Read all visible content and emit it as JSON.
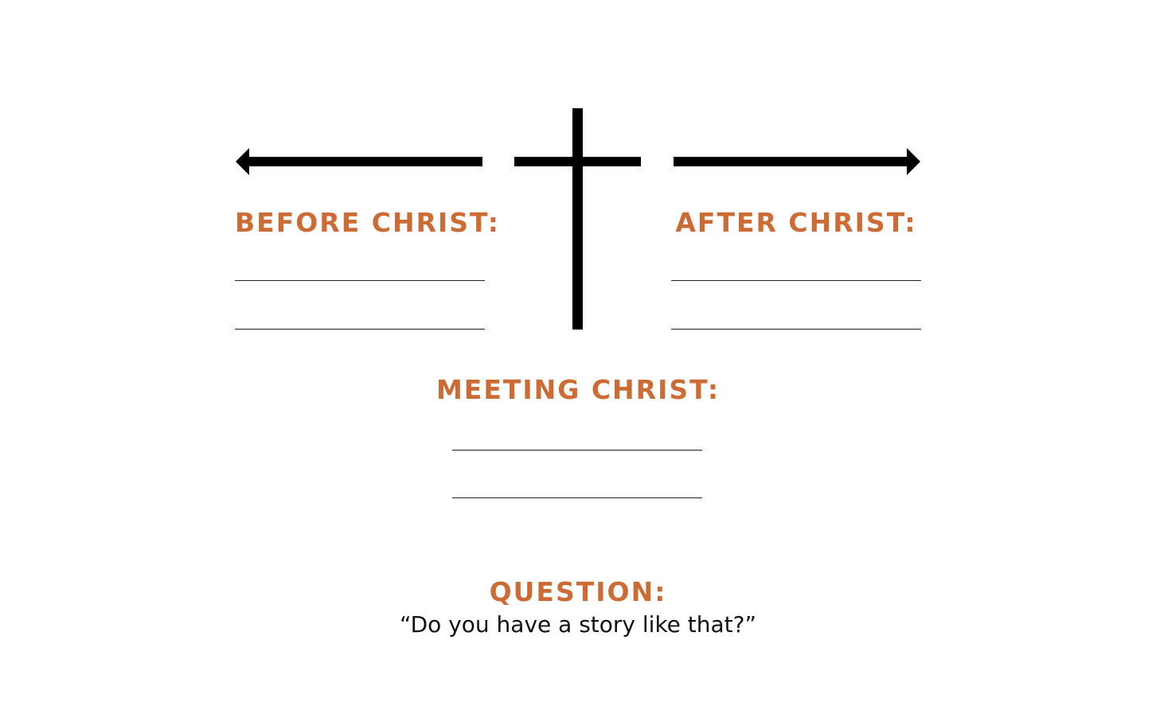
{
  "colors": {
    "accent": "#cd6b35",
    "ink": "#000000",
    "text": "#111111"
  },
  "diagram": {
    "left_arrow": {
      "icon": "arrow-left-icon",
      "direction": "left"
    },
    "cross": {
      "icon": "cross-icon"
    },
    "right_arrow": {
      "icon": "arrow-right-icon",
      "direction": "right"
    }
  },
  "sections": {
    "before": {
      "heading": "BEFORE CHRIST:",
      "blank_lines": 2
    },
    "after": {
      "heading": "AFTER CHRIST:",
      "blank_lines": 2
    },
    "meeting": {
      "heading": "MEETING CHRIST:",
      "blank_lines": 2
    }
  },
  "question": {
    "heading": "QUESTION:",
    "text": "“Do you have a story like that?”"
  }
}
